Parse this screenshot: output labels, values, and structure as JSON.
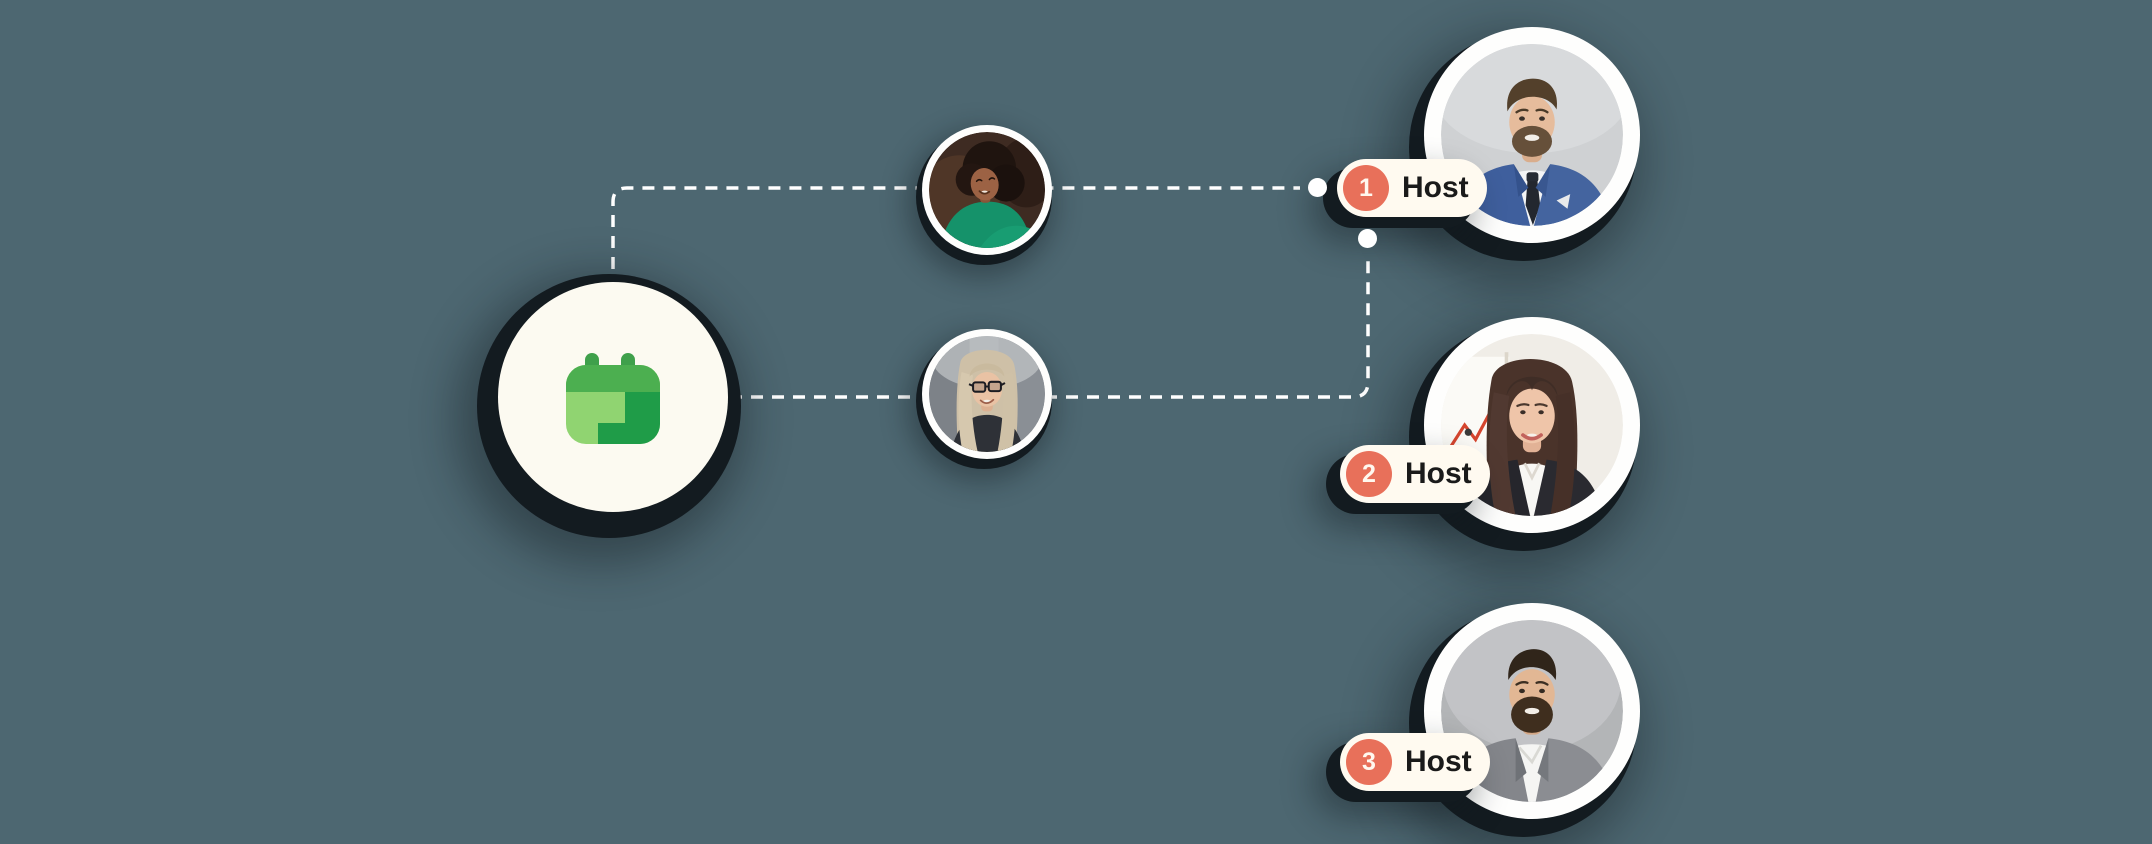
{
  "illustration": {
    "type": "booking-flow-diagram",
    "app_icon": "calendar-icon"
  },
  "attendees": [
    {
      "id": "attendee-1",
      "avatar": "woman-green-sweater-photo"
    },
    {
      "id": "attendee-2",
      "avatar": "woman-blonde-glasses-photo"
    }
  ],
  "hosts": [
    {
      "number": "1",
      "label": "Host",
      "avatar": "man-blue-suit-photo"
    },
    {
      "number": "2",
      "label": "Host",
      "avatar": "woman-dark-suit-photo"
    },
    {
      "number": "3",
      "label": "Host",
      "avatar": "man-gray-suit-photo"
    }
  ],
  "connectors": [
    {
      "from": "attendee-1",
      "to": "host-1"
    },
    {
      "from": "attendee-2",
      "to": "host-1"
    }
  ],
  "colors": {
    "background": "#4d6771",
    "connector": "#ffffff",
    "shadow": "#131b20",
    "node_bg": "#fcfaf1",
    "avatar_ring": "#fefefd",
    "pill_bg": "#fffaf0",
    "pill_text": "#1a1a1a",
    "badge_bg": "#e8705a",
    "badge_text": "#fff8ef",
    "cal_header": "#4caf50",
    "cal_body": "#90d471",
    "cal_accent": "#1f9c48",
    "cal_peg": "#3fa04b"
  }
}
